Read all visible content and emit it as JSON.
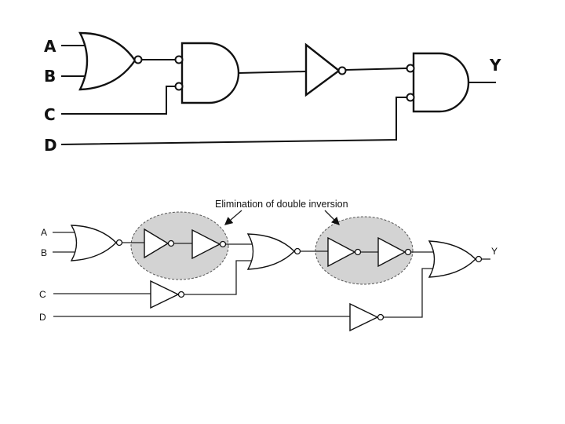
{
  "top_circuit": {
    "inputs": {
      "a": "A",
      "b": "B",
      "c": "C",
      "d": "D"
    },
    "output": "Y"
  },
  "bottom_circuit": {
    "inputs": {
      "a": "A",
      "b": "B",
      "c": "C",
      "d": "D"
    },
    "output": "Y",
    "annotation": "Elimination of double inversion"
  },
  "colors": {
    "halo_fill": "#d3d3d3",
    "line": "#111111"
  }
}
